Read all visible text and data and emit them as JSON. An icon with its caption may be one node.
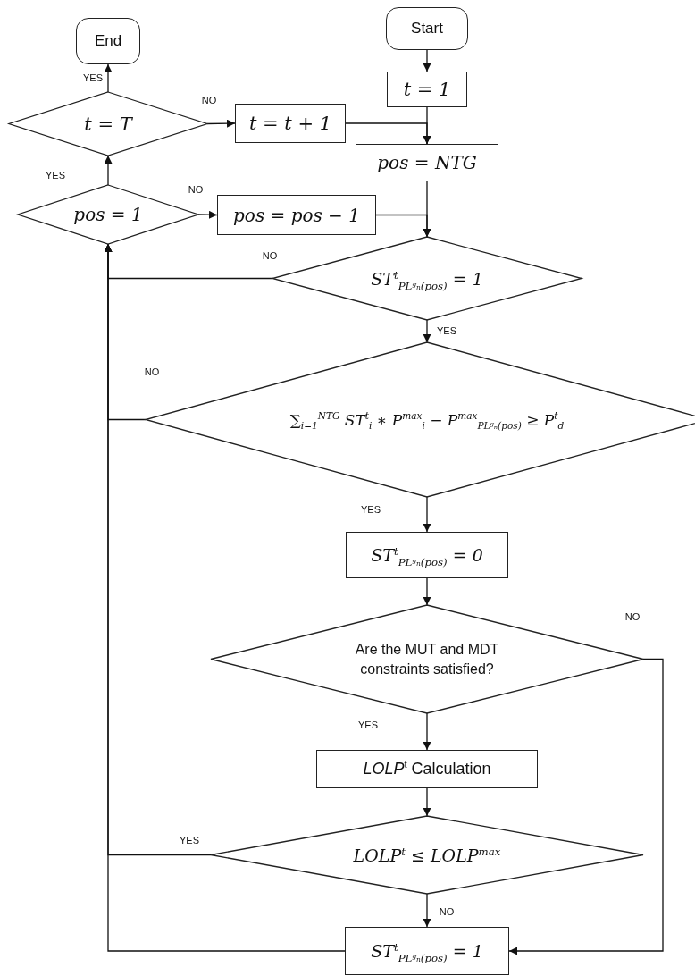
{
  "diagram": {
    "nodes": [
      {
        "text": [
          "End"
        ]
      },
      {
        "text": [
          "Start"
        ]
      },
      {
        "text": [
          "t = 1"
        ]
      },
      {
        "text": [
          "t = T"
        ]
      },
      {
        "text": [
          "t = t + 1"
        ]
      },
      {
        "text": [
          "pos = NTG"
        ]
      },
      {
        "text": [
          "pos = 1"
        ]
      },
      {
        "text": [
          "pos = pos − 1"
        ]
      },
      {
        "text": [
          "ST$^{t}$$_{PLᵍₙ(pos)}$ = 1"
        ]
      },
      {
        "text": [
          "∑$_{i=1}$$^{NTG}$ ST$^{t}$$_{i}$ ∗ P$^{max}$$_{i}$ − P$^{max}$$_{PLᵍₙ(pos)}$ ≥ P$^{t}$$_{d}$"
        ]
      },
      {
        "text": [
          "ST$^{t}$$_{PLᵍₙ(pos)}$ = 0"
        ]
      },
      {
        "text": [
          "Are the MUT and MDT constraints satisfied?"
        ]
      },
      {
        "text": [
          "*LOLP*$^{t}$ Calculation"
        ]
      },
      {
        "text": [
          "LOLP$^{t}$ ≤ LOLP$^{max}$"
        ]
      },
      {
        "text": [
          "ST$^{t}$$_{PLᵍₙ(pos)}$ = 1"
        ]
      }
    ],
    "edges": [
      {
        "from": 1,
        "to": 2,
        "arrow": "to"
      },
      {
        "from": 2,
        "to": 5,
        "arrow": "to"
      },
      {
        "from": 4,
        "to": 5,
        "arrow": "to"
      },
      {
        "from": 5,
        "to": 8,
        "arrow": "to"
      },
      {
        "from": 7,
        "to": 8,
        "arrow": "to"
      },
      {
        "from": 8,
        "to": 9,
        "arrow": "to",
        "label": "YES"
      },
      {
        "from": 8,
        "to": 6,
        "arrow": "to",
        "label": "NO"
      },
      {
        "from": 9,
        "to": 6,
        "arrow": "to",
        "label": "NO"
      },
      {
        "from": 9,
        "to": 10,
        "arrow": "to",
        "label": "YES"
      },
      {
        "from": 10,
        "to": 11,
        "arrow": "to"
      },
      {
        "from": 11,
        "to": 12,
        "arrow": "to",
        "label": "YES"
      },
      {
        "from": 11,
        "to": 14,
        "arrow": "to",
        "label": "NO"
      },
      {
        "from": 12,
        "to": 13,
        "arrow": "to"
      },
      {
        "from": 13,
        "to": 6,
        "arrow": "to",
        "label": "YES"
      },
      {
        "from": 13,
        "to": 14,
        "arrow": "to",
        "label": "NO"
      },
      {
        "from": 14,
        "to": 6,
        "arrow": "to"
      },
      {
        "from": 6,
        "to": 3,
        "arrow": "to",
        "label": "YES"
      },
      {
        "from": 6,
        "to": 7,
        "arrow": "to",
        "label": "NO"
      },
      {
        "from": 3,
        "to": 0,
        "arrow": "to",
        "label": "YES"
      },
      {
        "from": 3,
        "to": 4,
        "arrow": "to",
        "label": "NO"
      }
    ]
  }
}
